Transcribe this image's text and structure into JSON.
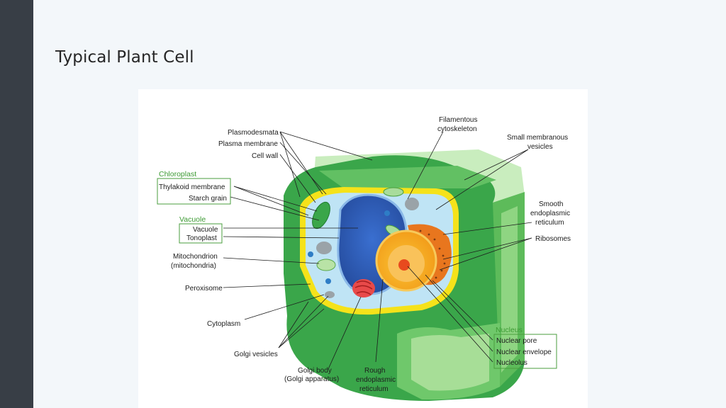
{
  "slide": {
    "title": "Typical Plant Cell"
  },
  "diagram": {
    "labels": {
      "plasmodesmata": "Plasmodesmata",
      "plasma_membrane": "Plasma membrane",
      "cell_wall": "Cell wall",
      "thylakoid_membrane": "Thylakoid membrane",
      "starch_grain": "Starch grain",
      "vacuole": "Vacuole",
      "tonoplast": "Tonoplast",
      "mitochondrion_1": "Mitochondrion",
      "mitochondrion_2": "(mitochondria)",
      "peroxisome": "Peroxisome",
      "cytoplasm": "Cytoplasm",
      "golgi_vesicles": "Golgi vesicles",
      "golgi_body_1": "Golgi body",
      "golgi_body_2": "(Golgi apparatus)",
      "rough_er_1": "Rough",
      "rough_er_2": "endoplasmic",
      "rough_er_3": "reticulum",
      "filamentous_1": "Filamentous",
      "filamentous_2": "cytoskeleton",
      "small_vesicles_1": "Small membranous",
      "small_vesicles_2": "vesicles",
      "smooth_er_1": "Smooth",
      "smooth_er_2": "endoplasmic",
      "smooth_er_3": "reticulum",
      "ribosomes": "Ribosomes",
      "nuclear_pore": "Nuclear pore",
      "nuclear_envelope": "Nuclear envelope",
      "nucleolus": "Nucleolus"
    },
    "groups": {
      "chloroplast": "Chloroplast",
      "vacuole": "Vacuole",
      "nucleus": "Nucleus"
    },
    "colors": {
      "cell_wall_dark": "#2e9a3c",
      "cell_wall_light": "#7fcf72",
      "plasma_membrane": "#f5e21a",
      "cytoplasm": "#bfe4f5",
      "vacuole": "#2e5cb8",
      "nucleus": "#f5a623",
      "group_label": "#3c9a33"
    }
  }
}
